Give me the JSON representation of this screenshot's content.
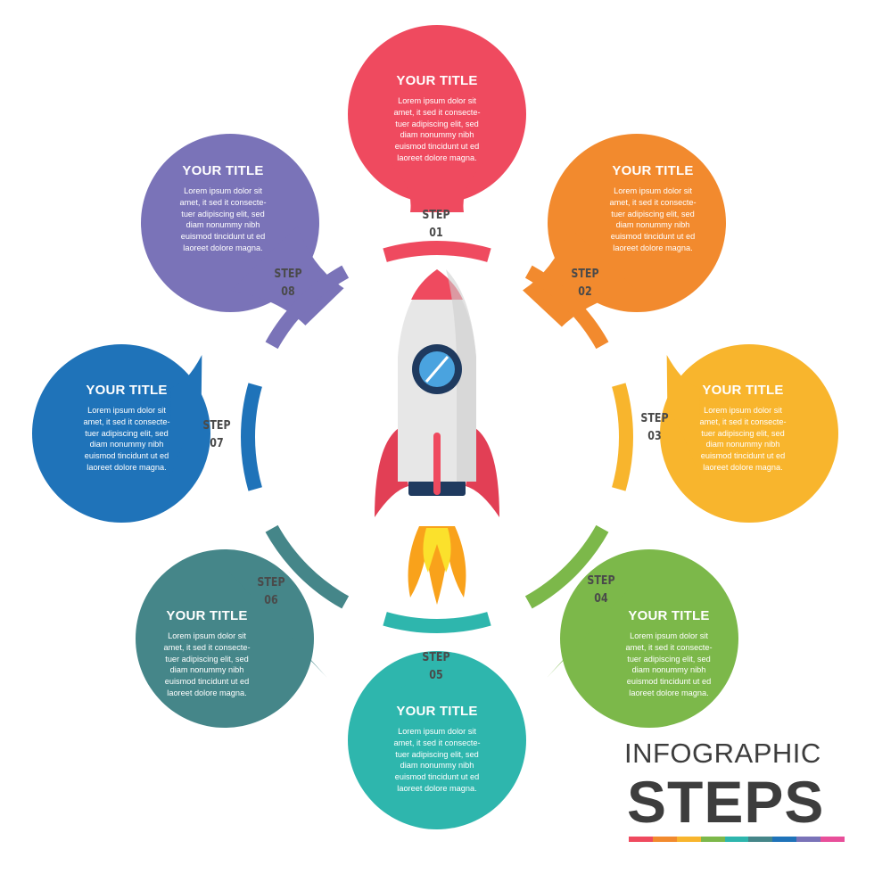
{
  "colors": {
    "step01": "#ef4a5f",
    "step02": "#f28a2e",
    "step03": "#f8b52d",
    "step04": "#7cb84a",
    "step05": "#2eb6ad",
    "step06": "#458689",
    "step07": "#1f73b9",
    "step08": "#7a73b8",
    "text_dark": "#3d3d3d"
  },
  "steps": [
    {
      "step": "STEP",
      "num": "01",
      "title": "YOUR TITLE",
      "lines": [
        "Lorem ipsum dolor sit",
        "amet, it sed it consecte-",
        "tuer adipiscing elit, sed",
        "diam nonummy nibh",
        "euismod tincidunt ut ed",
        "laoreet dolore magna."
      ]
    },
    {
      "step": "STEP",
      "num": "02",
      "title": "YOUR TITLE",
      "lines": [
        "Lorem ipsum dolor sit",
        "amet, it sed it consecte-",
        "tuer adipiscing elit, sed",
        "diam nonummy nibh",
        "euismod tincidunt ut ed",
        "laoreet dolore magna."
      ]
    },
    {
      "step": "STEP",
      "num": "03",
      "title": "YOUR TITLE",
      "lines": [
        "Lorem ipsum dolor sit",
        "amet, it sed it consecte-",
        "tuer adipiscing elit, sed",
        "diam nonummy nibh",
        "euismod tincidunt ut ed",
        "laoreet dolore magna."
      ]
    },
    {
      "step": "STEP",
      "num": "04",
      "title": "YOUR TITLE",
      "lines": [
        "Lorem ipsum dolor sit",
        "amet, it sed it consecte-",
        "tuer adipiscing elit, sed",
        "diam nonummy nibh",
        "euismod tincidunt ut ed",
        "laoreet dolore magna."
      ]
    },
    {
      "step": "STEP",
      "num": "05",
      "title": "YOUR TITLE",
      "lines": [
        "Lorem ipsum dolor sit",
        "amet, it sed it consecte-",
        "tuer adipiscing elit, sed",
        "diam nonummy nibh",
        "euismod tincidunt ut ed",
        "laoreet dolore magna."
      ]
    },
    {
      "step": "STEP",
      "num": "06",
      "title": "YOUR TITLE",
      "lines": [
        "Lorem ipsum dolor sit",
        "amet, it sed it consecte-",
        "tuer adipiscing elit, sed",
        "diam nonummy nibh",
        "euismod tincidunt ut ed",
        "laoreet dolore magna."
      ]
    },
    {
      "step": "STEP",
      "num": "07",
      "title": "YOUR TITLE",
      "lines": [
        "Lorem ipsum dolor sit",
        "amet, it sed it consecte-",
        "tuer adipiscing elit, sed",
        "diam nonummy nibh",
        "euismod tincidunt ut ed",
        "laoreet dolore magna."
      ]
    },
    {
      "step": "STEP",
      "num": "08",
      "title": "YOUR TITLE",
      "lines": [
        "Lorem ipsum dolor sit",
        "amet, it sed it consecte-",
        "tuer adipiscing elit, sed",
        "diam nonummy nibh",
        "euismod tincidunt ut ed",
        "laoreet dolore magna."
      ]
    }
  ],
  "center_icon": "rocket-icon",
  "brand": {
    "line1": "INFOGRAPHIC",
    "line2": "STEPS",
    "bar_colors": [
      "#ef4a5f",
      "#f28a2e",
      "#f8b52d",
      "#7cb84a",
      "#2eb6ad",
      "#458689",
      "#1f73b9",
      "#7a73b8",
      "#e84f9a"
    ]
  }
}
